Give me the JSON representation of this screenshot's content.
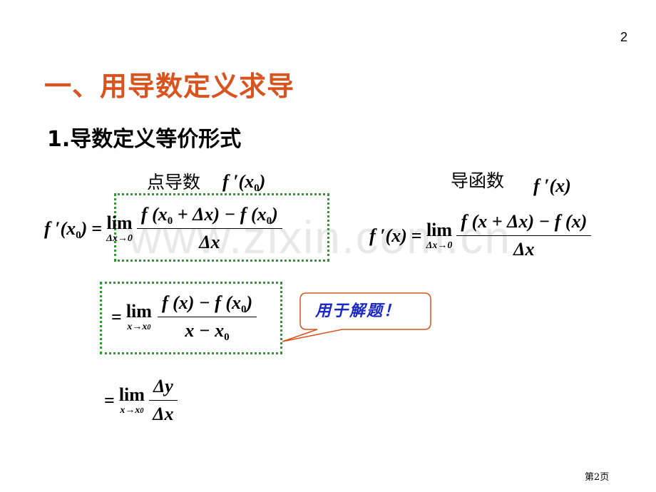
{
  "slide": {
    "page_number": "2",
    "title": "一、用导数定义求导",
    "subtitle": "1.导数定义等价形式",
    "label_point": "点导数",
    "label_function": "导函数",
    "callout": "用于解题！",
    "watermark": "www.zixin.com.cn",
    "footer": "第2页"
  },
  "colors": {
    "title": "#d9531e",
    "box_border": "#2e9a2e",
    "callout_border": "#d9531e",
    "callout_text": "#1a27c9"
  }
}
